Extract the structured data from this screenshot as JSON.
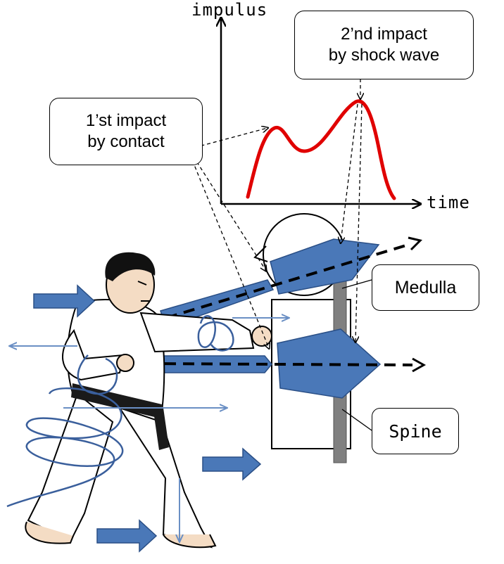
{
  "axes": {
    "y_label": "impulus",
    "x_label": "time"
  },
  "callouts": {
    "first_impact": {
      "line1": "1’st impact",
      "line2": "by contact"
    },
    "second_impact": {
      "line1": "2’nd impact",
      "line2": "by shock wave"
    }
  },
  "labels": {
    "medulla": "Medulla",
    "spine": "Spine"
  },
  "colors": {
    "curve": "#e00000",
    "arrow_fill": "#4a78b8",
    "arrow_stroke": "#2a4f86",
    "spiral": "#3a5f9c",
    "belt": "#1a1a1a",
    "spine": "#808080"
  },
  "icons": {
    "figure": "karate-fighter-icon",
    "head": "head-icon",
    "torso": "torso-icon"
  }
}
